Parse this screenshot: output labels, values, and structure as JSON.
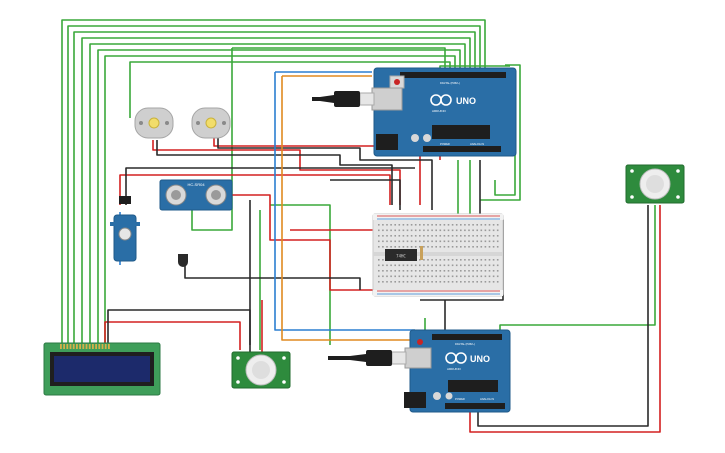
{
  "arduino_top": {
    "model": "UNO",
    "brand": "ARDUINO",
    "header_label": "DIGITAL (PWM~)",
    "power_label": "POWER",
    "analog_label": "ANALOG IN"
  },
  "arduino_bottom": {
    "model": "UNO",
    "brand": "ARDUINO",
    "header_label": "DIGITAL (PWM~)",
    "power_label": "POWER",
    "analog_label": "ANALOG IN"
  },
  "ultrasonic": {
    "label": "HC-SR04"
  },
  "ic_chip": {
    "label": "74HC"
  },
  "colors": {
    "wire_green": "#3aa83a",
    "wire_red": "#d32020",
    "wire_black": "#2a2a2a",
    "wire_blue": "#2b7fd0",
    "wire_orange": "#e08a20",
    "board_blue": "#2a6ea6",
    "lcd_green": "#3f9e5a",
    "lcd_screen": "#1c2a6b",
    "pir_green": "#2e8b3d"
  },
  "components": [
    "arduino-uno-top",
    "arduino-uno-bottom",
    "usb-cable-top",
    "usb-cable-bottom",
    "dc-motor-left",
    "dc-motor-right",
    "ultrasonic-sensor",
    "servo-motor",
    "temperature-sensor",
    "breadboard",
    "ic-chip",
    "lcd-16x2",
    "pir-sensor-bottom",
    "pir-sensor-right"
  ]
}
